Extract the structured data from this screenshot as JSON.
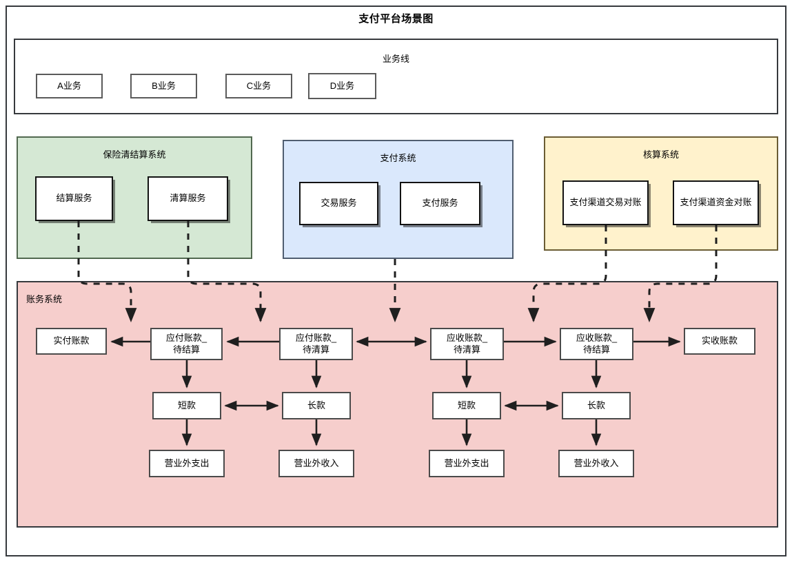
{
  "diagram": {
    "title": "支付平台场景图",
    "type": "flowchart",
    "colors": {
      "green_group": "#d5e8d4",
      "blue_group": "#dae8fc",
      "yellow_group": "#fff2cc",
      "pink_group": "#f6cecc",
      "border": "#36393d",
      "node_border": "#4a4a4a",
      "canvas": "#ffffff"
    }
  },
  "business_line": {
    "title": "业务线",
    "items": [
      {
        "label": "A业务"
      },
      {
        "label": "B业务"
      },
      {
        "label": "C业务"
      },
      {
        "label": "D业务"
      }
    ]
  },
  "systems": [
    {
      "key": "insurance_clearing",
      "title": "保险清结算系统",
      "color": "#d5e8d4",
      "services": [
        {
          "label": "结算服务"
        },
        {
          "label": "清算服务"
        }
      ]
    },
    {
      "key": "payment",
      "title": "支付系统",
      "color": "#dae8fc",
      "services": [
        {
          "label": "交易服务"
        },
        {
          "label": "支付服务"
        }
      ]
    },
    {
      "key": "accounting_check",
      "title": "核算系统",
      "color": "#fff2cc",
      "services": [
        {
          "label": "支付渠道交易对账"
        },
        {
          "label": "支付渠道资金对账"
        }
      ]
    }
  ],
  "accounting_system": {
    "title": "账务系统",
    "color": "#f6cecc",
    "nodes": [
      {
        "key": "paid_actual",
        "label": "实付账款"
      },
      {
        "key": "payable_settle",
        "label": "应付账款_\n待结算"
      },
      {
        "key": "payable_clear",
        "label": "应付账款_\n待清算"
      },
      {
        "key": "receivable_clear",
        "label": "应收账款_\n待清算"
      },
      {
        "key": "receivable_settle",
        "label": "应收账款_\n待结算"
      },
      {
        "key": "received_actual",
        "label": "实收账款"
      },
      {
        "key": "short_left",
        "label": "短款"
      },
      {
        "key": "long_left",
        "label": "长款"
      },
      {
        "key": "short_right",
        "label": "短款"
      },
      {
        "key": "long_right",
        "label": "长款"
      },
      {
        "key": "nonop_exp_left",
        "label": "营业外支出"
      },
      {
        "key": "nonop_inc_left",
        "label": "营业外收入"
      },
      {
        "key": "nonop_exp_right",
        "label": "营业外支出"
      },
      {
        "key": "nonop_inc_right",
        "label": "营业外收入"
      }
    ]
  },
  "edges": [
    {
      "from": "payable_settle",
      "to": "paid_actual",
      "style": "solid",
      "direction": "one-way"
    },
    {
      "from": "payable_clear",
      "to": "payable_settle",
      "style": "solid",
      "direction": "one-way"
    },
    {
      "from": "payable_clear",
      "to": "receivable_clear",
      "style": "solid",
      "direction": "two-way"
    },
    {
      "from": "receivable_clear",
      "to": "receivable_settle",
      "style": "solid",
      "direction": "one-way"
    },
    {
      "from": "receivable_settle",
      "to": "received_actual",
      "style": "solid",
      "direction": "one-way"
    },
    {
      "from": "payable_settle",
      "to": "short_left",
      "style": "solid",
      "direction": "one-way"
    },
    {
      "from": "payable_clear",
      "to": "long_left",
      "style": "solid",
      "direction": "one-way"
    },
    {
      "from": "receivable_clear",
      "to": "short_right",
      "style": "solid",
      "direction": "one-way"
    },
    {
      "from": "receivable_settle",
      "to": "long_right",
      "style": "solid",
      "direction": "one-way"
    },
    {
      "from": "short_left",
      "to": "long_left",
      "style": "solid",
      "direction": "two-way"
    },
    {
      "from": "short_right",
      "to": "long_right",
      "style": "solid",
      "direction": "two-way"
    },
    {
      "from": "short_left",
      "to": "nonop_exp_left",
      "style": "solid",
      "direction": "one-way"
    },
    {
      "from": "long_left",
      "to": "nonop_inc_left",
      "style": "solid",
      "direction": "one-way"
    },
    {
      "from": "short_right",
      "to": "nonop_exp_right",
      "style": "solid",
      "direction": "one-way"
    },
    {
      "from": "long_right",
      "to": "nonop_inc_right",
      "style": "solid",
      "direction": "one-way"
    },
    {
      "from": "结算服务",
      "to": "payable_settle",
      "style": "dashed",
      "direction": "one-way"
    },
    {
      "from": "清算服务",
      "to": "payable_clear",
      "style": "dashed",
      "direction": "one-way"
    },
    {
      "from": "支付系统",
      "to": "receivable_clear",
      "style": "dashed",
      "direction": "one-way"
    },
    {
      "from": "支付渠道交易对账",
      "to": "receivable_settle",
      "style": "dashed",
      "direction": "one-way"
    },
    {
      "from": "支付渠道资金对账",
      "to": "received_actual",
      "style": "dashed",
      "direction": "one-way"
    }
  ]
}
